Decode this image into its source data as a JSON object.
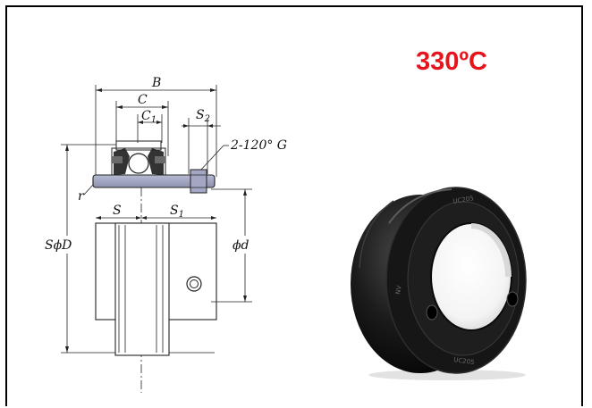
{
  "temperature": "330ºC",
  "drawing": {
    "dims": {
      "B": "B",
      "C": "C",
      "C1_base": "C",
      "C1_sub": "1",
      "S2_base": "S",
      "S2_sub": "2",
      "set_screw": "2-120° G",
      "r": "r",
      "S": "S",
      "S1_base": "S",
      "S1_sub": "1",
      "SD": "SϕD",
      "d": "ϕd"
    }
  },
  "colors": {
    "temperature": "#e8141c",
    "shaft": "#9fa2bf",
    "insert_body": "#121212"
  },
  "product_photo": {
    "markings": [
      "UC205",
      "NV",
      "UC205"
    ]
  }
}
